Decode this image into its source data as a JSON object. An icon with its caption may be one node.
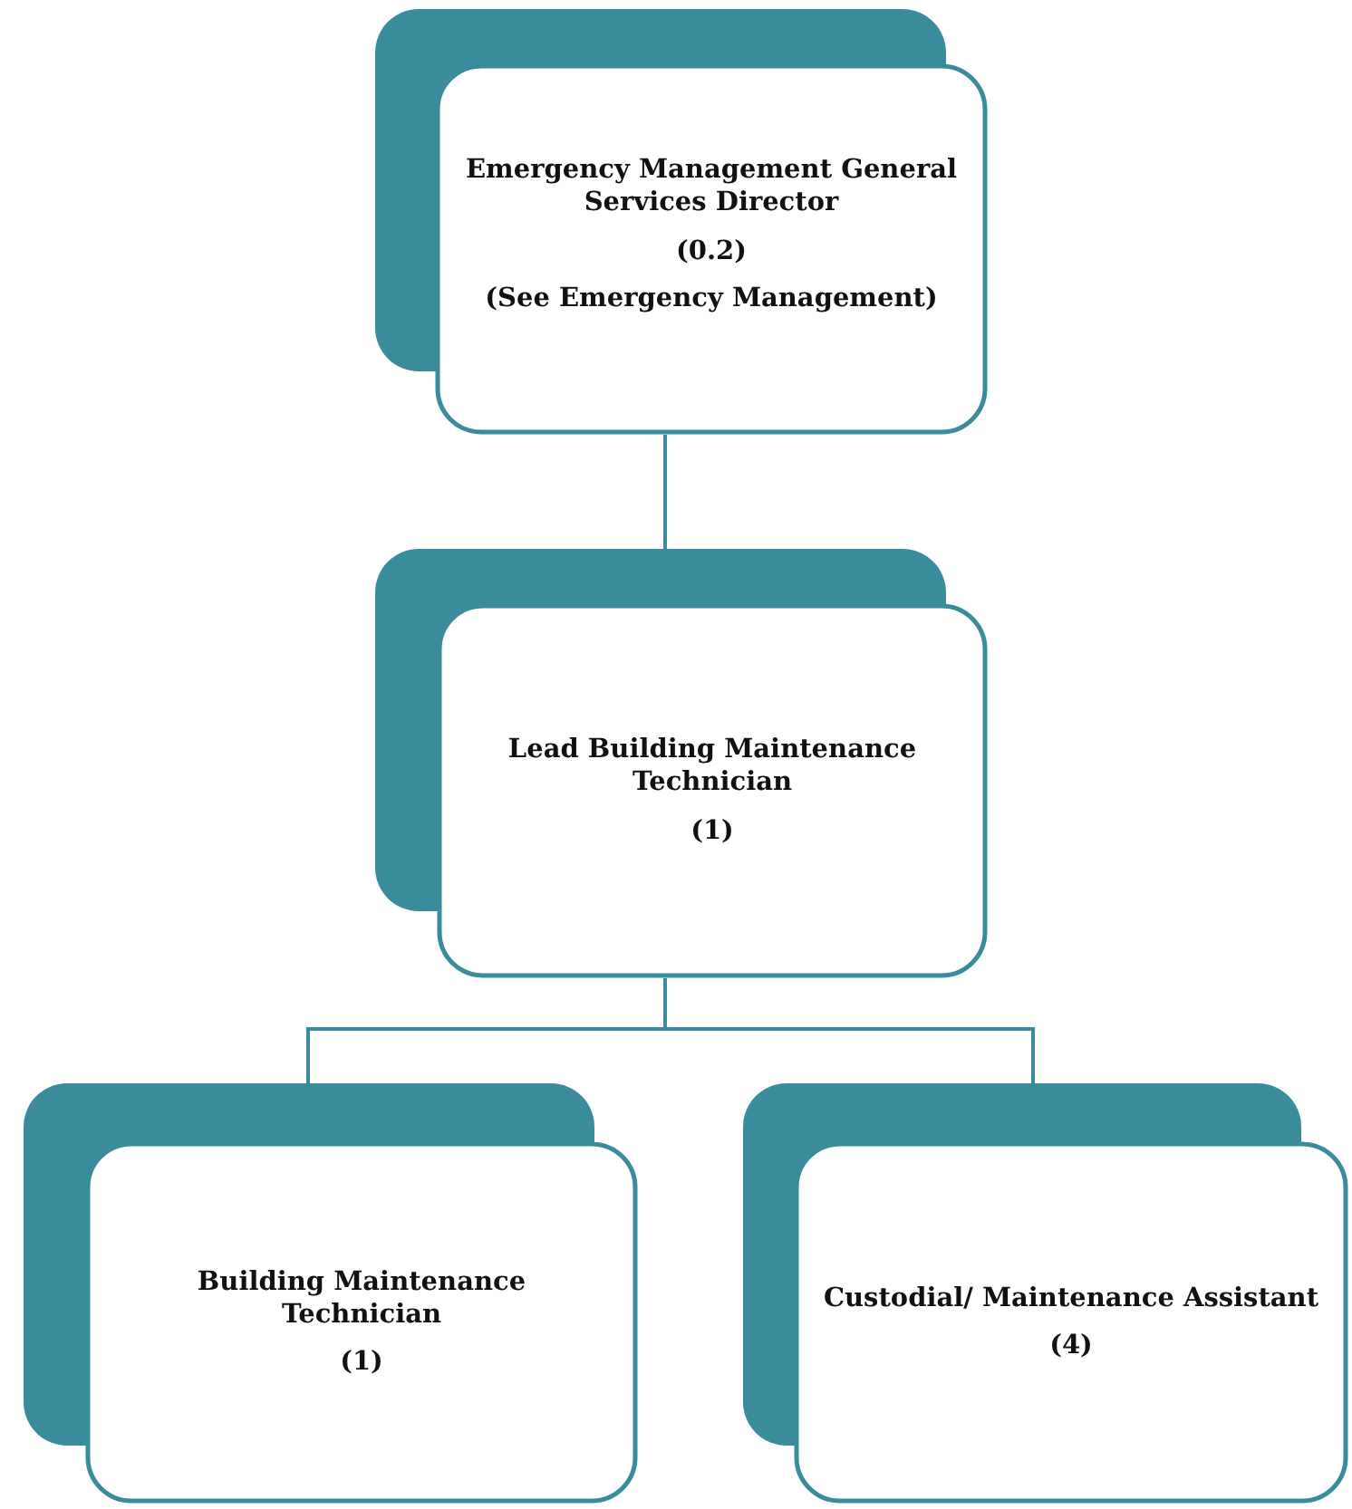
{
  "diagram": {
    "nodes": [
      {
        "text": [
          "Emergency Management General Services Director",
          "(0.2)",
          "(See Emergency Management)"
        ]
      },
      {
        "text": [
          "Lead Building Maintenance Technician",
          "(1)"
        ]
      },
      {
        "text": [
          "Building Maintenance Technician",
          "(1)"
        ]
      },
      {
        "text": [
          "Custodial/ Maintenance Assistant",
          "(4)"
        ]
      }
    ],
    "edges": [
      {
        "from": 0,
        "to": 1,
        "arrow": "none"
      },
      {
        "from": 1,
        "to": 2,
        "arrow": "none"
      },
      {
        "from": 1,
        "to": 3,
        "arrow": "none"
      }
    ]
  }
}
